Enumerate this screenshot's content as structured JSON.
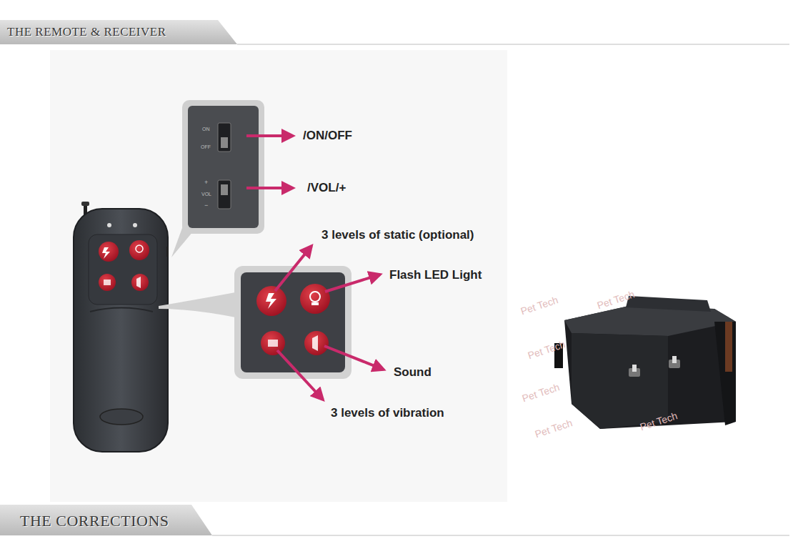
{
  "diagram": {
    "title": "THE REMOTE & RECEIVER",
    "labels": [
      "/ON/OFF",
      "/VOL/+",
      "3 levels of static (optional)",
      "Flash LED Light",
      "Sound",
      "3 levels of vibration",
      "ON",
      "OFF",
      "+",
      "VOL",
      "−",
      "THE CORRECTIONS",
      "Pet Tech",
      "Pet Tech",
      "Pet Tech",
      "Pet Tech",
      "Pet Tech",
      "Pet Tech"
    ]
  }
}
